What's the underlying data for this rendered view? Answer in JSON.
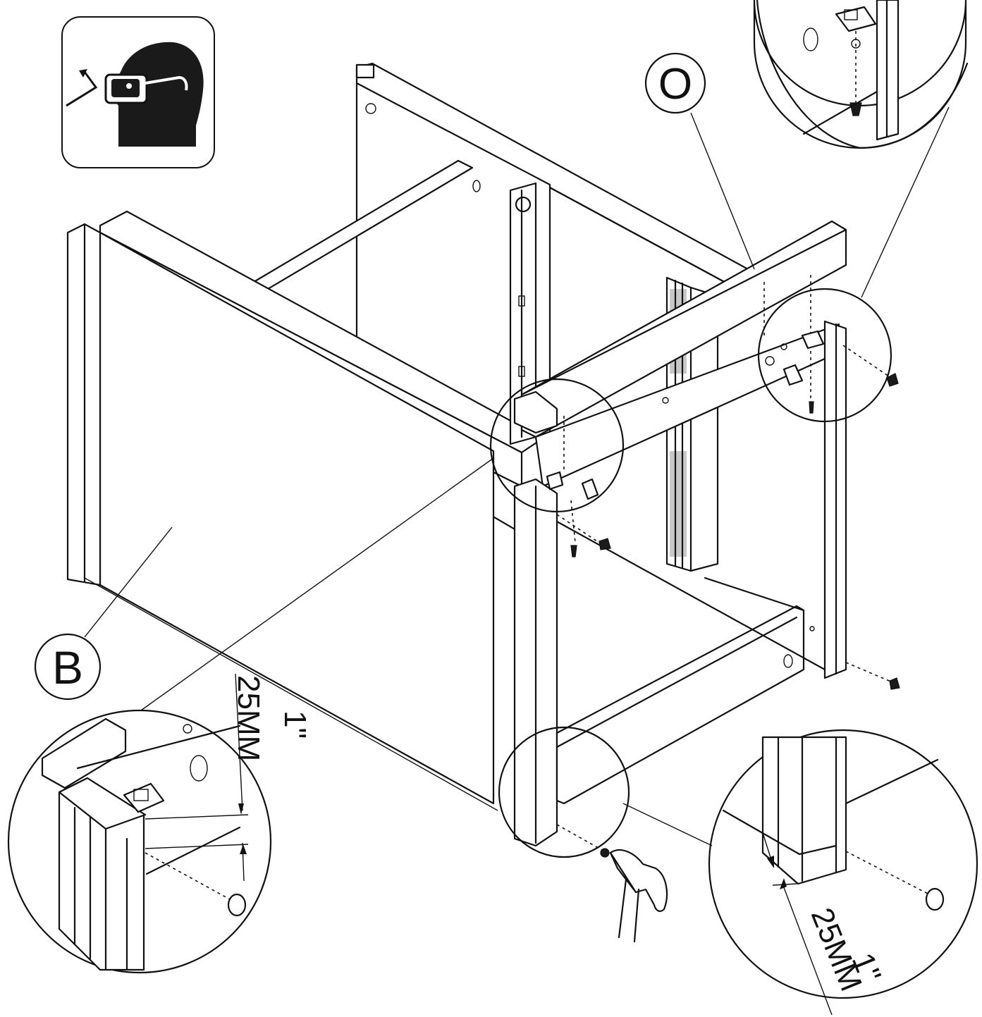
{
  "part_labels": {
    "part_o": "O",
    "part_b": "B"
  },
  "dimensions": {
    "left_detail": {
      "inches": "1\"",
      "mm": "25MM"
    },
    "right_detail": {
      "inches": "1\"",
      "mm": "25MM"
    }
  },
  "icons": {
    "safety": "safety-glasses-icon",
    "tool": "hammer-icon"
  },
  "colors": {
    "line": "#111111",
    "background": "#ffffff"
  }
}
